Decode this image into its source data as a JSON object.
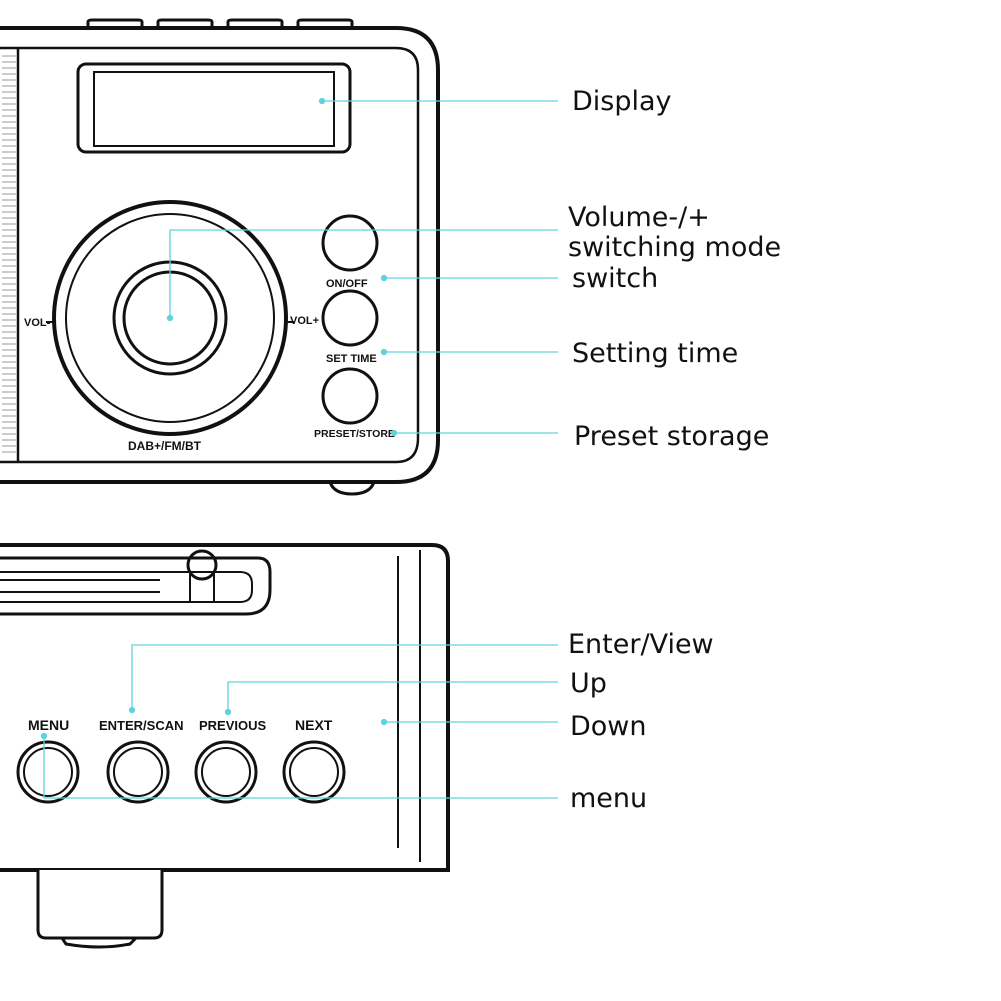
{
  "front_panel": {
    "vol_minus": "VOL-",
    "vol_plus": "VOL+",
    "mode_label": "DAB+/FM/BT",
    "on_off": "ON/OFF",
    "set_time": "SET TIME",
    "preset_store": "PRESET/STORE"
  },
  "top_panel": {
    "menu": "MENU",
    "enter_scan": "ENTER/SCAN",
    "previous": "PREVIOUS",
    "next": "NEXT"
  },
  "callouts": {
    "display": "Display",
    "volume_line1": "Volume-/+",
    "volume_line2": "switching mode",
    "volume_line3": "switch",
    "setting_time": "Setting time",
    "preset_storage": "Preset storage",
    "enter_view": "Enter/View",
    "up": "Up",
    "down": "Down",
    "menu": "menu"
  },
  "colors": {
    "outline": "#111111",
    "leader_line": "#5fd3dc"
  }
}
